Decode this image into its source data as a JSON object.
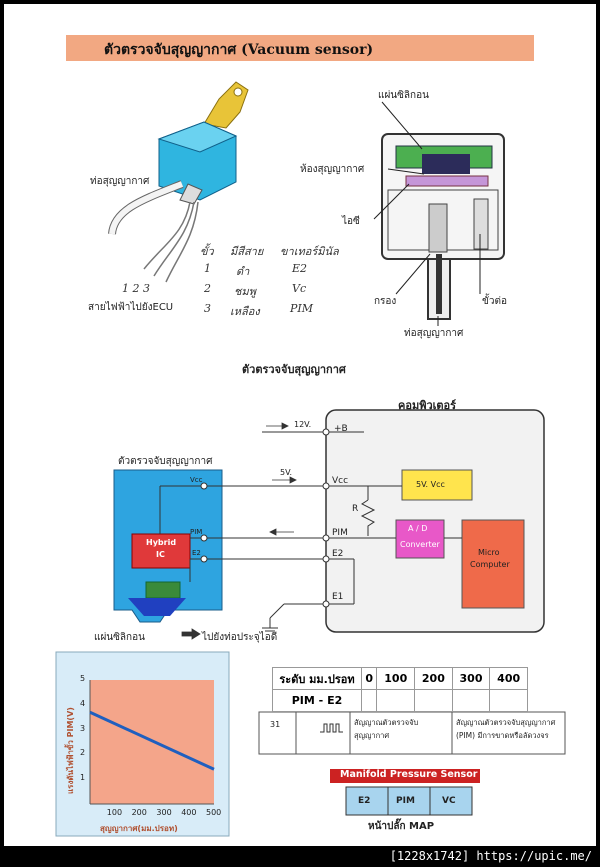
{
  "title": "ตัวตรวจจับสุญญากาศ (Vacuum sensor)",
  "top_labels": {
    "vacuum_pipe_left": "ท่อสุญญากาศ",
    "wires_to_ecu": "สายไฟฟ้าไปยังECU",
    "wire_numbers": "1 2 3",
    "silicon_plate": "แผ่นซิลิกอน",
    "vacuum_chamber": "ห้องสุญญากาศ",
    "ic": "ไอซี",
    "filter": "กรอง",
    "terminal": "ขั้วต่อ",
    "vacuum_pipe_right": "ท่อสุญญากาศ",
    "caption": "ตัวตรวจจับสุญญากาศ"
  },
  "handwritten": {
    "headers": [
      "ขั้ว",
      "มีสีสาย",
      "ขาเทอร์มินัล"
    ],
    "rows": [
      [
        "1",
        "ดำ",
        "E2"
      ],
      [
        "2",
        "ชมพู",
        "Vc"
      ],
      [
        "3",
        "เหลือง",
        "PIM"
      ]
    ]
  },
  "circuit": {
    "computer_title": "คอมพิวเตอร์",
    "sensor_title": "ตัวตรวจจับสุญญากาศ",
    "v12": "12V.",
    "v5": "5V.",
    "plus_b": "+B",
    "vcc": "Vcc",
    "pim": "PIM",
    "e2": "E2",
    "e1": "E1",
    "r": "R",
    "vcc_box": "5V. Vcc",
    "ad": "A / D",
    "converter": "Converter",
    "micro": "Micro",
    "computer": "Computer",
    "hybrid": "Hybrid",
    "ic": "IC",
    "sensor_vcc": "Vcc",
    "sensor_pim": "PIM",
    "sensor_e2": "E2",
    "silicon": "แผ่นซิลิกอน",
    "to_manifold": "ไปยังท่อประจุไอดี"
  },
  "chart_data": {
    "type": "line",
    "ylabel": "แรงดันไฟฟ้าขั้ว PIM(V)",
    "xlabel": "สุญญากาศ(มม.ปรอท)",
    "x_ticks": [
      "100",
      "200",
      "300",
      "400",
      "500"
    ],
    "y_ticks": [
      "1",
      "2",
      "3",
      "4",
      "5"
    ],
    "xlim": [
      0,
      500
    ],
    "ylim": [
      0,
      5
    ],
    "series": [
      {
        "x": [
          0,
          500
        ],
        "y": [
          3.7,
          1.4
        ]
      }
    ],
    "line_color": "#1f5fbf",
    "plot_bg": "#f4a58a"
  },
  "pressure_table": {
    "row1": [
      "ระดับ มม.ปรอท",
      "0",
      "100",
      "200",
      "300",
      "400"
    ],
    "row2": [
      "PIM - E2",
      "",
      "",
      "",
      "",
      ""
    ]
  },
  "signal_table": {
    "code": "31",
    "desc": "สัญญาณตัวตรวจจับสุญญากาศ",
    "fault": "สัญญาณตัวตรวจจับสุญญากาศ (PIM) มีการขาดหรือลัดวงจร"
  },
  "connector": {
    "title": "Manifold Pressure Sensor",
    "pins": [
      "E2",
      "PIM",
      "VC"
    ],
    "caption": "หน้าปลั๊ก MAP"
  },
  "watermark": "[1228x1742] https://upic.me/",
  "colors": {
    "banner": "#f2a882",
    "sensor_blue": "#2ea4e0",
    "hybrid_red": "#e0393a",
    "vcc_yellow": "#ffe44d",
    "ad_pink": "#e858c8",
    "micro_orange": "#ef6a4a",
    "title_red": "#cc2222",
    "pin_blue": "#a8d4ee"
  }
}
